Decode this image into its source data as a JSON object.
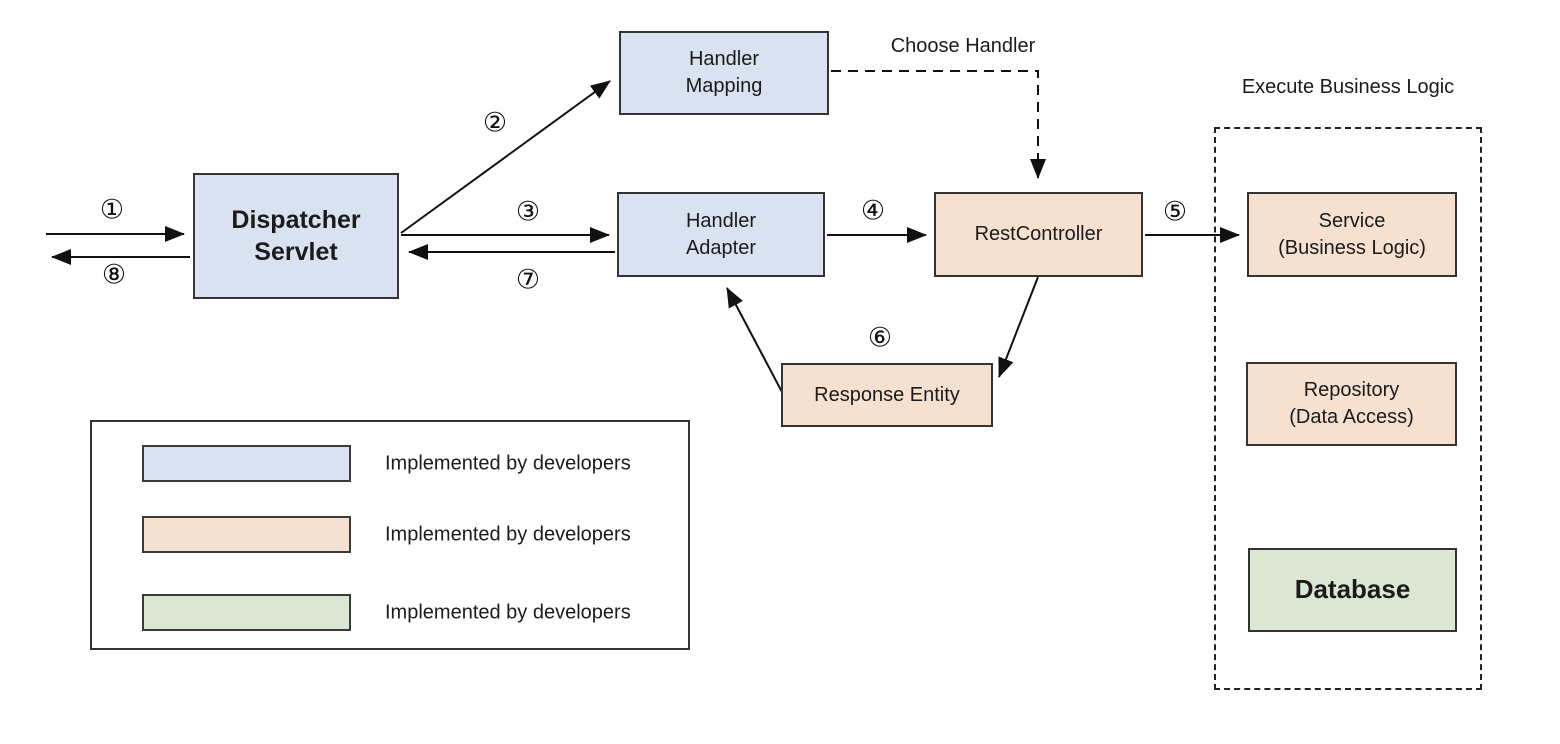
{
  "diagram": {
    "region_title": "Execute Business Logic",
    "edge_label": "Choose Handler",
    "nodes": {
      "dispatcher_servlet": {
        "label": "Dispatcher\nServlet"
      },
      "handler_mapping": {
        "label": "Handler\nMapping"
      },
      "handler_adapter": {
        "label": "Handler\nAdapter"
      },
      "rest_controller": {
        "label": "RestController"
      },
      "response_entity": {
        "label": "Response Entity"
      },
      "service": {
        "label": "Service\n(Business Logic)"
      },
      "repository": {
        "label": "Repository\n(Data Access)"
      },
      "database": {
        "label": "Database"
      }
    },
    "steps": [
      "①",
      "②",
      "③",
      "④",
      "⑤",
      "⑥",
      "⑦",
      "⑧"
    ],
    "legend": {
      "items": [
        {
          "color": "#D8E2F0",
          "label": "Implemented by developers"
        },
        {
          "color": "#F6E1D1",
          "label": "Implemented by developers"
        },
        {
          "color": "#DBE7D3",
          "label": "Implemented by developers"
        }
      ]
    },
    "colors": {
      "node_blue": "#D8E2F0",
      "node_peach": "#F6E1D1",
      "node_green": "#DBE7D3",
      "border": "#333333",
      "line": "#111111"
    }
  }
}
